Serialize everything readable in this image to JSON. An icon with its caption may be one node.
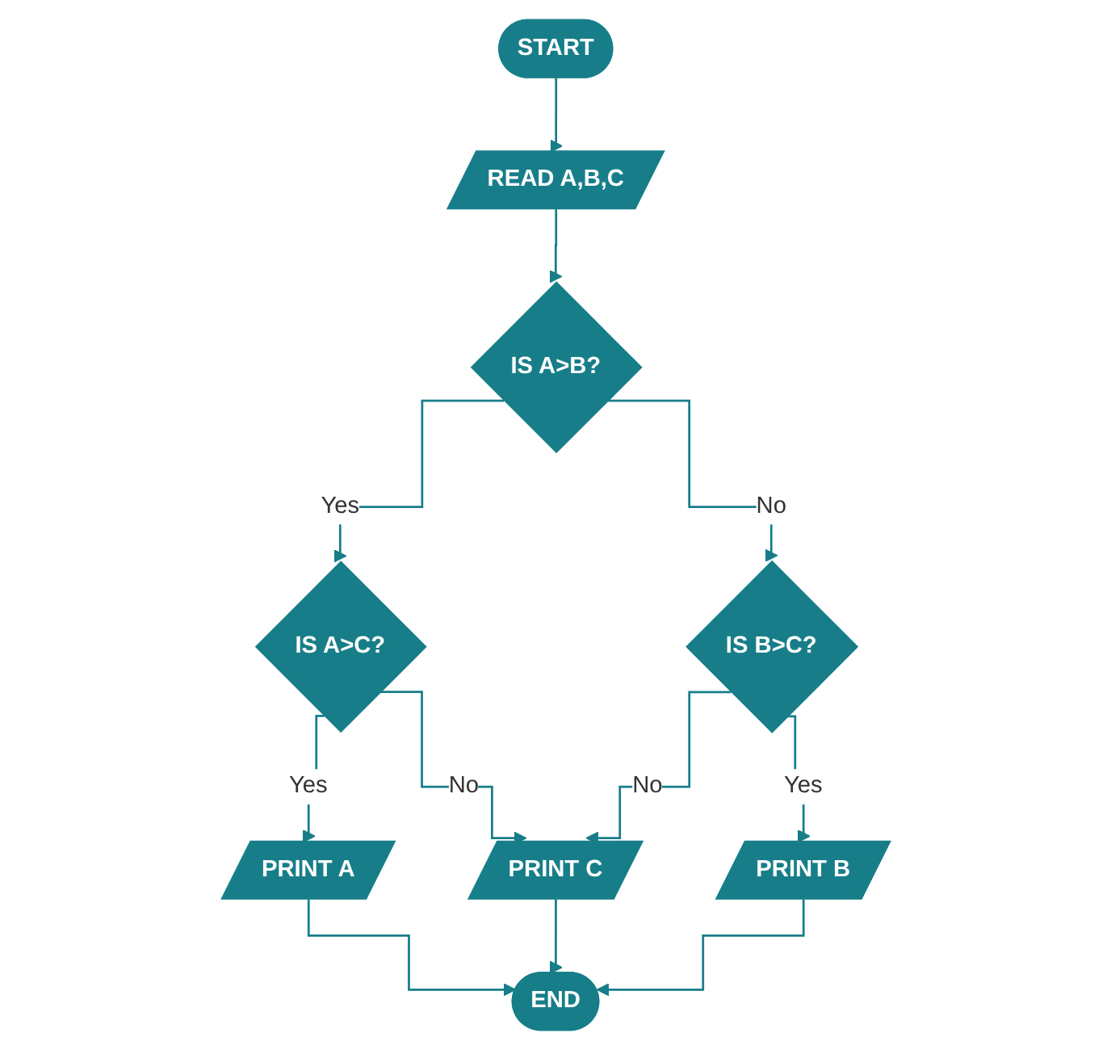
{
  "diagram": {
    "nodes": [
      {
        "text": [
          "START"
        ]
      },
      {
        "text": [
          "READ A,B,C"
        ]
      },
      {
        "text": [
          "IS A>B?"
        ]
      },
      {
        "text": [
          "IS A>C?"
        ]
      },
      {
        "text": [
          "IS B>C?"
        ]
      },
      {
        "text": [
          "PRINT A"
        ]
      },
      {
        "text": [
          "PRINT C"
        ]
      },
      {
        "text": [
          "PRINT B"
        ]
      },
      {
        "text": [
          "END"
        ]
      }
    ],
    "edges": [
      {
        "from": 0,
        "to": 1,
        "arrow": "to"
      },
      {
        "from": 1,
        "to": 2,
        "arrow": "to"
      },
      {
        "from": 2,
        "to": 3,
        "arrow": "to",
        "label": "Yes"
      },
      {
        "from": 2,
        "to": 4,
        "arrow": "to",
        "label": "No"
      },
      {
        "from": 3,
        "to": 5,
        "arrow": "to",
        "label": "Yes"
      },
      {
        "from": 3,
        "to": 6,
        "arrow": "to",
        "label": "No"
      },
      {
        "from": 4,
        "to": 6,
        "arrow": "to",
        "label": "No"
      },
      {
        "from": 4,
        "to": 7,
        "arrow": "to",
        "label": "Yes"
      },
      {
        "from": 5,
        "to": 8,
        "arrow": "to"
      },
      {
        "from": 6,
        "to": 8,
        "arrow": "to"
      },
      {
        "from": 7,
        "to": 8,
        "arrow": "to"
      }
    ]
  }
}
